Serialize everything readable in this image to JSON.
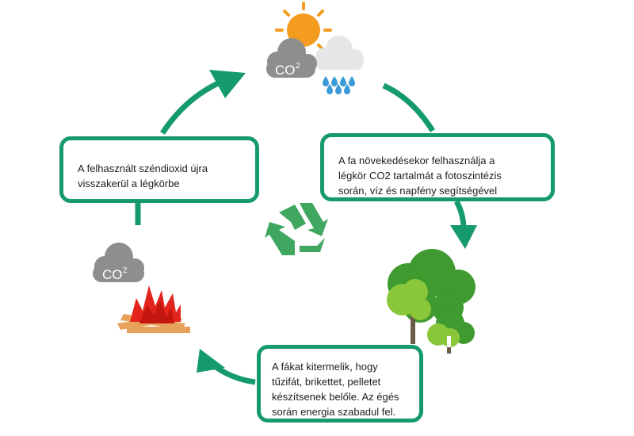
{
  "co2": {
    "sky_label": "CO",
    "sky_sub": "2",
    "fire_label": "CO",
    "fire_sub": "2"
  },
  "boxes": {
    "left_lines": [
      "A felhasznált széndioxid újra",
      "visszakerül a légkörbe"
    ],
    "right_lines": [
      "A fa növekedésekor felhasználja a",
      "légkör CO2 tartalmát a fotoszintézis",
      "során, víz és napfény segítségével"
    ],
    "bottom_lines": [
      "A fákat kitermelik, hogy",
      "tűzifát, brikettet, pelletet",
      "készítsenek belőle. Az égés",
      "során energia szabadul fel."
    ]
  },
  "icons": {
    "sky": "sun-cloud-rain-icon",
    "center": "recycle-icon",
    "trees": "trees-icon",
    "fire": "campfire-icon"
  },
  "colors": {
    "arrow": "#159a6b",
    "box_border": "#159a6b",
    "recycle": "#3fa75f",
    "sun": "#f39c1f",
    "cloud_dark": "#8e8e8e",
    "cloud_light": "#e6e6e6",
    "rain": "#3a9bd8",
    "tree_dark": "#3f9a2f",
    "tree_light": "#89c63a",
    "trunk": "#6b5a4a",
    "fire": "#e3241c",
    "wood": "#e6a15a"
  }
}
